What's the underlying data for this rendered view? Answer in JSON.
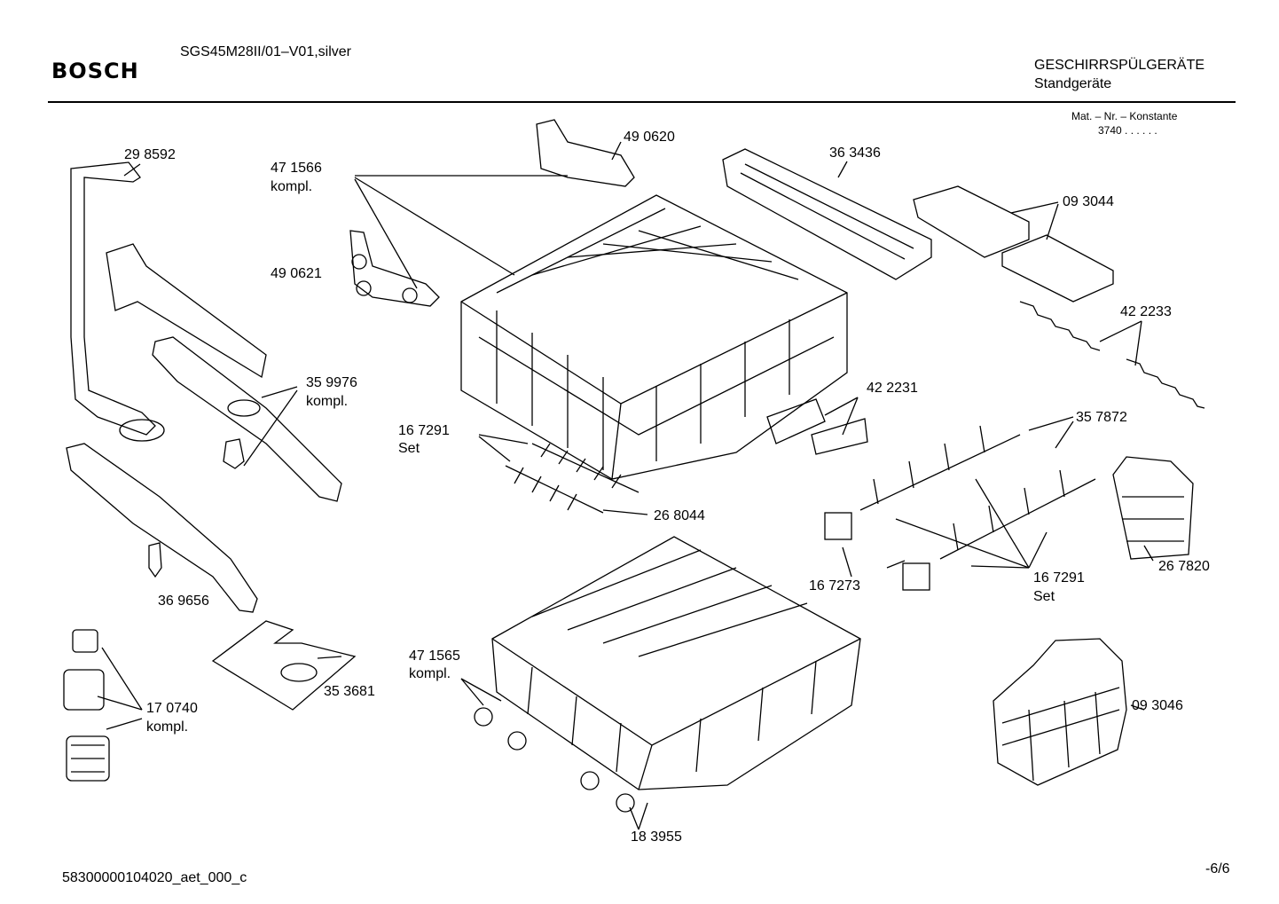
{
  "header": {
    "brand": "BOSCH",
    "model": "SGS45M28II/01–V01,silver",
    "category_line1": "GESCHIRRSPÜLGERÄTE",
    "category_line2": "Standgeräte",
    "mat_caption": "Mat. – Nr. – Konstante",
    "mat_value": "3740  .  .    .  .  .  ."
  },
  "parts": {
    "p298592": "29 8592",
    "p471566": "47 1566",
    "p471566_sub": "kompl.",
    "p490620": "49 0620",
    "p490621": "49 0621",
    "p363436": "36 3436",
    "p093044": "09 3044",
    "p422233": "42 2233",
    "p359976": "35 9976",
    "p359976_sub": "kompl.",
    "p422231": "42 2231",
    "p167291a": "16 7291",
    "p167291a_sub": "Set",
    "p357872": "35 7872",
    "p268044": "26 8044",
    "p369656": "36 9656",
    "p167273": "16 7273",
    "p167291b": "16 7291",
    "p167291b_sub": "Set",
    "p267820": "26 7820",
    "p471565": "47 1565",
    "p471565_sub": "kompl.",
    "p353681": "35 3681",
    "p170740": "17 0740",
    "p170740_sub": "kompl.",
    "p093046": "09 3046",
    "p183955": "18 3955"
  },
  "footer": {
    "doc_id": "58300000104020_aet_000_c",
    "page": "-6/6"
  }
}
